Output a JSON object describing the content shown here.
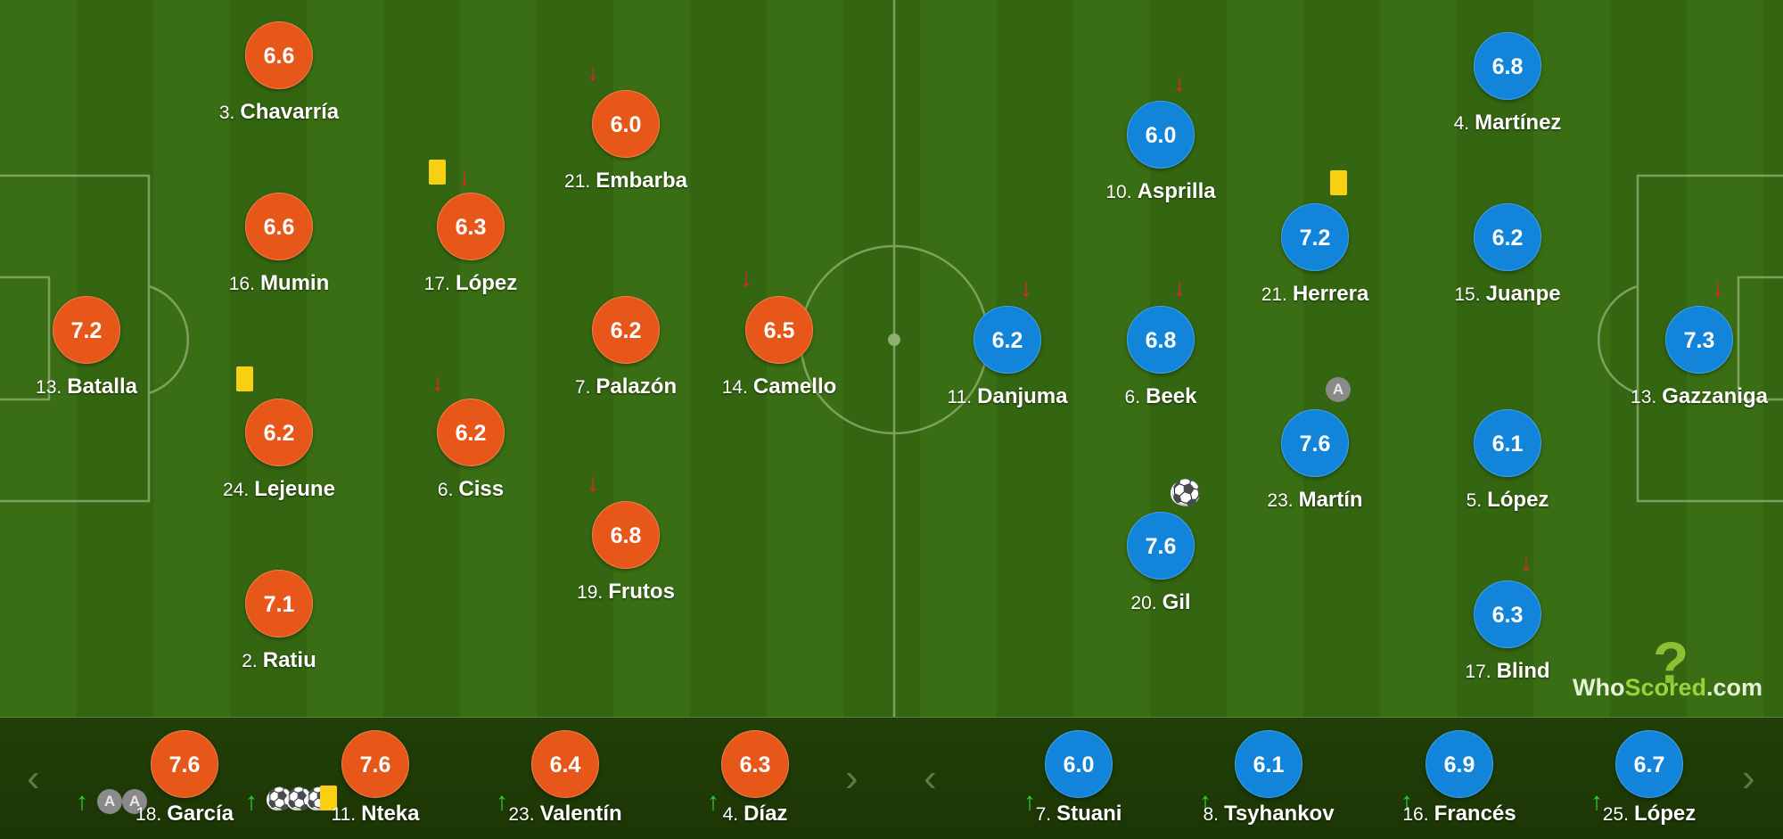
{
  "brand": {
    "name_a": "Who",
    "name_b": "Scored",
    "name_c": ".com"
  },
  "colors": {
    "home": "#e8571a",
    "away": "#1285da",
    "pitch": "#3a6e14"
  },
  "navigation": {
    "prev_icon": "chevron-left-icon",
    "next_icon": "chevron-right-icon",
    "prev_glyph": "‹",
    "next_glyph": "›"
  },
  "home_lineup": [
    {
      "number": "3.",
      "name": "Chavarría",
      "rating": "6.6"
    },
    {
      "number": "16.",
      "name": "Mumin",
      "rating": "6.6"
    },
    {
      "number": "24.",
      "name": "Lejeune",
      "rating": "6.2"
    },
    {
      "number": "2.",
      "name": "Ratiu",
      "rating": "7.1"
    },
    {
      "number": "13.",
      "name": "Batalla",
      "rating": "7.2"
    },
    {
      "number": "17.",
      "name": "López",
      "rating": "6.3"
    },
    {
      "number": "6.",
      "name": "Ciss",
      "rating": "6.2"
    },
    {
      "number": "21.",
      "name": "Embarba",
      "rating": "6.0"
    },
    {
      "number": "7.",
      "name": "Palazón",
      "rating": "6.2"
    },
    {
      "number": "19.",
      "name": "Frutos",
      "rating": "6.8"
    },
    {
      "number": "14.",
      "name": "Camello",
      "rating": "6.5"
    }
  ],
  "away_lineup": [
    {
      "number": "11.",
      "name": "Danjuma",
      "rating": "6.2"
    },
    {
      "number": "10.",
      "name": "Asprilla",
      "rating": "6.0"
    },
    {
      "number": "6.",
      "name": "Beek",
      "rating": "6.8"
    },
    {
      "number": "20.",
      "name": "Gil",
      "rating": "7.6"
    },
    {
      "number": "21.",
      "name": "Herrera",
      "rating": "7.2"
    },
    {
      "number": "23.",
      "name": "Martín",
      "rating": "7.6"
    },
    {
      "number": "4.",
      "name": "Martínez",
      "rating": "6.8"
    },
    {
      "number": "15.",
      "name": "Juanpe",
      "rating": "6.2"
    },
    {
      "number": "5.",
      "name": "López",
      "rating": "6.1"
    },
    {
      "number": "17.",
      "name": "Blind",
      "rating": "6.3"
    },
    {
      "number": "13.",
      "name": "Gazzaniga",
      "rating": "7.3"
    }
  ],
  "home_subs": [
    {
      "number": "18.",
      "name": "García",
      "rating": "7.6",
      "events": "sub-in, 2 assists"
    },
    {
      "number": "11.",
      "name": "Nteka",
      "rating": "7.6",
      "events": "sub-in, 3 goals, yellow card"
    },
    {
      "number": "23.",
      "name": "Valentín",
      "rating": "6.4",
      "events": "sub-in"
    },
    {
      "number": "4.",
      "name": "Díaz",
      "rating": "6.3",
      "events": "sub-in"
    }
  ],
  "away_subs": [
    {
      "number": "7.",
      "name": "Stuani",
      "rating": "6.0",
      "events": "sub-in"
    },
    {
      "number": "8.",
      "name": "Tsyhankov",
      "rating": "6.1",
      "events": "sub-in"
    },
    {
      "number": "16.",
      "name": "Francés",
      "rating": "6.9",
      "events": "sub-in"
    },
    {
      "number": "25.",
      "name": "López",
      "rating": "6.7",
      "events": "sub-in"
    }
  ],
  "glyphs": {
    "sub_out": "↓",
    "sub_in": "↑",
    "goal": "⚽",
    "assist": "A"
  }
}
